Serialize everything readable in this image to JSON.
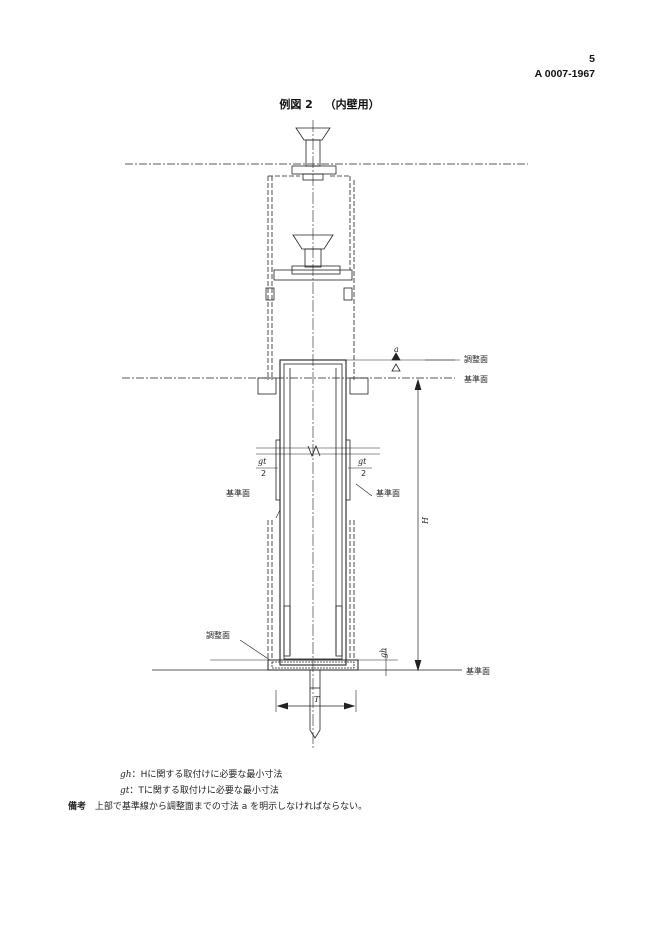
{
  "header": {
    "page_number": "5",
    "document_code": "A 0007-1967"
  },
  "figure": {
    "title_main": "例図 2",
    "title_sub": "（内壁用）",
    "labels": {
      "adjust_face_top": "調整面",
      "reference_face_top": "基準面",
      "reference_face_left": "基準面",
      "reference_face_right": "基準面",
      "adjust_face_bottom": "調整面",
      "reference_face_bottom": "基準面",
      "dim_a": "a",
      "dim_H": "H",
      "dim_T": "T",
      "g_left_num": "gt",
      "g_left_den": "2",
      "g_right_num": "gt",
      "g_right_den": "2",
      "g_h": "gh"
    }
  },
  "notes": {
    "gh_symbol": "gh",
    "gh_text": "：Hに関する取付けに必要な最小寸法",
    "gt_symbol": "gt",
    "gt_text": "：Tに関する取付けに必要な最小寸法",
    "remark_label": "備考",
    "remark_text": "上部で基準線から調整面までの寸法 a を明示しなければならない。"
  }
}
